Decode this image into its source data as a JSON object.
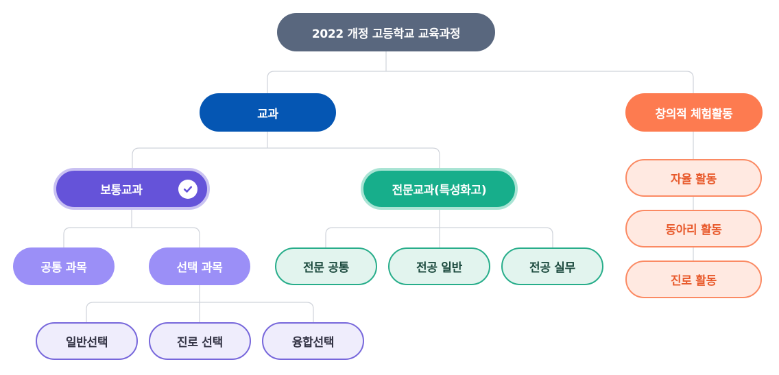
{
  "root": {
    "label": "2022 개정 고등학교 교육과정"
  },
  "subject": {
    "label": "교과",
    "general": {
      "label": "보통교과",
      "children": [
        "공통 과목",
        "선택 과목"
      ],
      "elective": [
        "일반선택",
        "진로 선택",
        "융합선택"
      ]
    },
    "specialized": {
      "label": "전문교과(특성화고)",
      "children": [
        "전문 공통",
        "전공 일반",
        "전공 실무"
      ]
    }
  },
  "creative": {
    "label": "창의적 체험활동",
    "children": [
      "자율 활동",
      "동아리 활동",
      "진로 활동"
    ]
  },
  "colors": {
    "root": "#59677e",
    "subject": "#0556b3",
    "general": "#6553d9",
    "specialized": "#17ae8b",
    "creative": "#fd7b50",
    "connector": "#cfd3da"
  }
}
